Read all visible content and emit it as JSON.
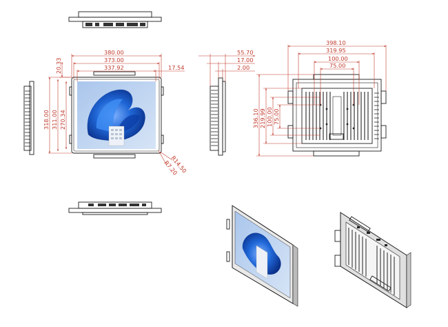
{
  "front_view": {
    "widths": [
      "380.00",
      "373.00",
      "337.92"
    ],
    "right_offset": "17.54",
    "top_offset": "20.33",
    "heights": [
      "318.00",
      "311.00",
      "270.34"
    ],
    "corner_radii": [
      "R14.50",
      "R7.20"
    ]
  },
  "side_view": {
    "depths": [
      "55.70",
      "17.00",
      "2.00"
    ]
  },
  "rear_view": {
    "widths": [
      "398.10",
      "319.95",
      "100.00",
      "75.00"
    ],
    "heights": [
      "336.10",
      "219.99",
      "100.00",
      "75.00"
    ]
  },
  "colors": {
    "dimension": "#c0392b",
    "outline": "#1a1a1a",
    "screen_blue": "#1f66d6"
  },
  "icons": [
    "windows-bloom-wallpaper",
    "dimension-arrow"
  ]
}
